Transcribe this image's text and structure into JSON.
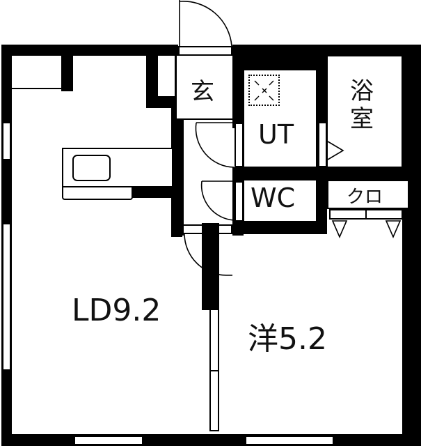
{
  "floorplan": {
    "rooms": {
      "ld": {
        "label": "LD9.2",
        "type": "LD",
        "size_jo": "9.2"
      },
      "western": {
        "label": "洋5.2",
        "type": "洋",
        "size_jo": "5.2"
      },
      "entrance": {
        "label": "玄"
      },
      "utility": {
        "label": "UT"
      },
      "bath": {
        "label": "浴室",
        "line1": "浴",
        "line2": "室"
      },
      "toilet": {
        "label": "WC"
      },
      "closet": {
        "label": "クロ"
      }
    },
    "fixtures": [
      "kitchen-sink",
      "washer-pan",
      "entrance-door",
      "interior-doors",
      "closet-folding-doors",
      "windows"
    ],
    "colors": {
      "wall": "#000000",
      "floor": "#ffffff",
      "line": "#000000"
    }
  }
}
